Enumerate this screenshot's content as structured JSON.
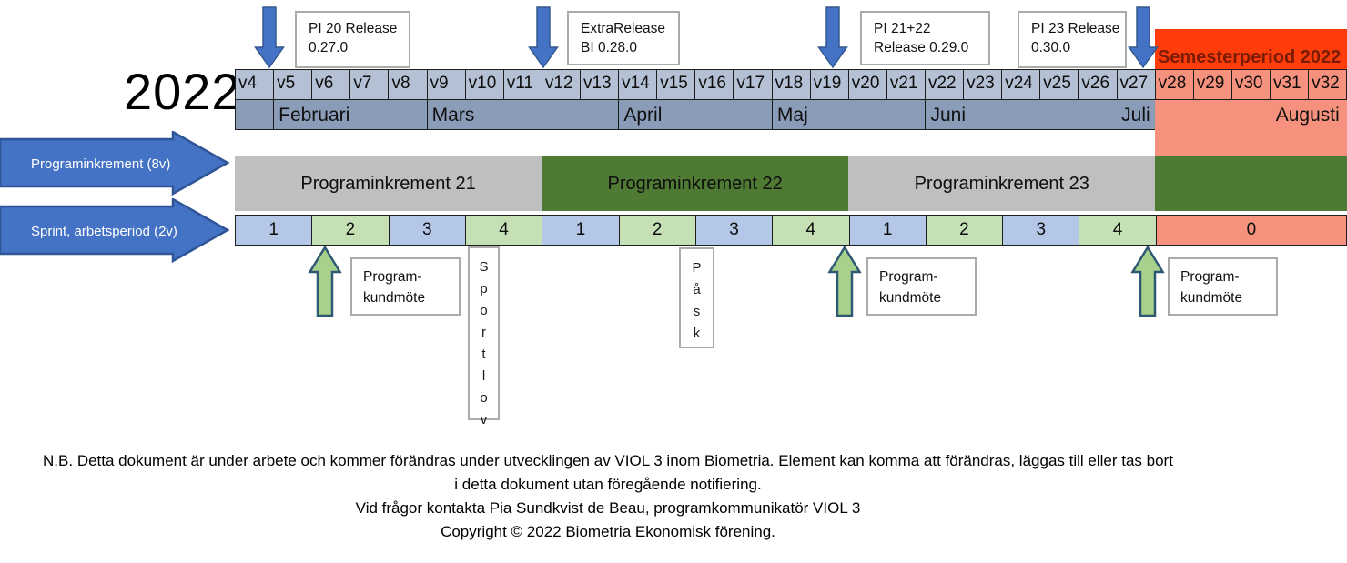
{
  "year": "2022",
  "weeks": [
    "v4",
    "v5",
    "v6",
    "v7",
    "v8",
    "v9",
    "v10",
    "v11",
    "v12",
    "v13",
    "v14",
    "v15",
    "v16",
    "v17",
    "v18",
    "v19",
    "v20",
    "v21",
    "v22",
    "v23",
    "v24",
    "v25",
    "v26",
    "v27",
    "v28",
    "v29",
    "v30",
    "v31",
    "v32"
  ],
  "months": [
    {
      "label": "Februari"
    },
    {
      "label": "Mars"
    },
    {
      "label": "April"
    },
    {
      "label": "Maj"
    },
    {
      "label": "Juni"
    },
    {
      "label": "Juli"
    },
    {
      "label": "Augusti"
    }
  ],
  "semester": {
    "label": "Semesterperiod 2022"
  },
  "left_arrows": [
    {
      "label": "Programinkrement (8v)"
    },
    {
      "label": "Sprint, arbetsperiod (2v)"
    }
  ],
  "releases": [
    {
      "line1": "PI 20 Release",
      "line2": "0.27.0"
    },
    {
      "line1": "ExtraRelease",
      "line2": "BI 0.28.0"
    },
    {
      "line1": "PI 21+22",
      "line2": "Release 0.29.0"
    },
    {
      "line1": "PI 23 Release",
      "line2": "0.30.0"
    }
  ],
  "program_increments": [
    {
      "label": "Programinkrement 21"
    },
    {
      "label": "Programinkrement 22"
    },
    {
      "label": "Programinkrement 23"
    },
    {
      "label": ""
    }
  ],
  "sprints": [
    "1",
    "2",
    "3",
    "4",
    "1",
    "2",
    "3",
    "4",
    "1",
    "2",
    "3",
    "4",
    "0"
  ],
  "meetings": [
    {
      "line1": "Program-",
      "line2": "kundmöte"
    },
    {
      "line1": "Program-",
      "line2": "kundmöte"
    },
    {
      "line1": "Program-",
      "line2": "kundmöte"
    }
  ],
  "holidays": [
    {
      "label": "Sportlov"
    },
    {
      "label": "Påsk"
    }
  ],
  "footer": {
    "line1": "N.B. Detta dokument är under arbete och kommer förändras under utvecklingen av VIOL 3 inom Biometria. Element kan komma att förändras, läggas till eller tas bort",
    "line2": "i detta dokument utan föregående notifiering.",
    "line3": "Vid frågor kontakta Pia Sundkvist de Beau, programkommunikatör VIOL 3",
    "line4": "Copyright © 2022 Biometria Ekonomisk förening."
  },
  "colors": {
    "week_fill": "#b4c0d4",
    "month_fill": "#8b9cb8",
    "semester_band": "#ff3d0a",
    "semester_fill": "#f5917c",
    "pi_gray": "#bfbfbf",
    "pi_green": "#4f7a33",
    "sprint_blue": "#b4c7e7",
    "sprint_green": "#c5e0b4",
    "arrow_blue": "#4472c4",
    "arrow_green": "#a9d18e"
  }
}
